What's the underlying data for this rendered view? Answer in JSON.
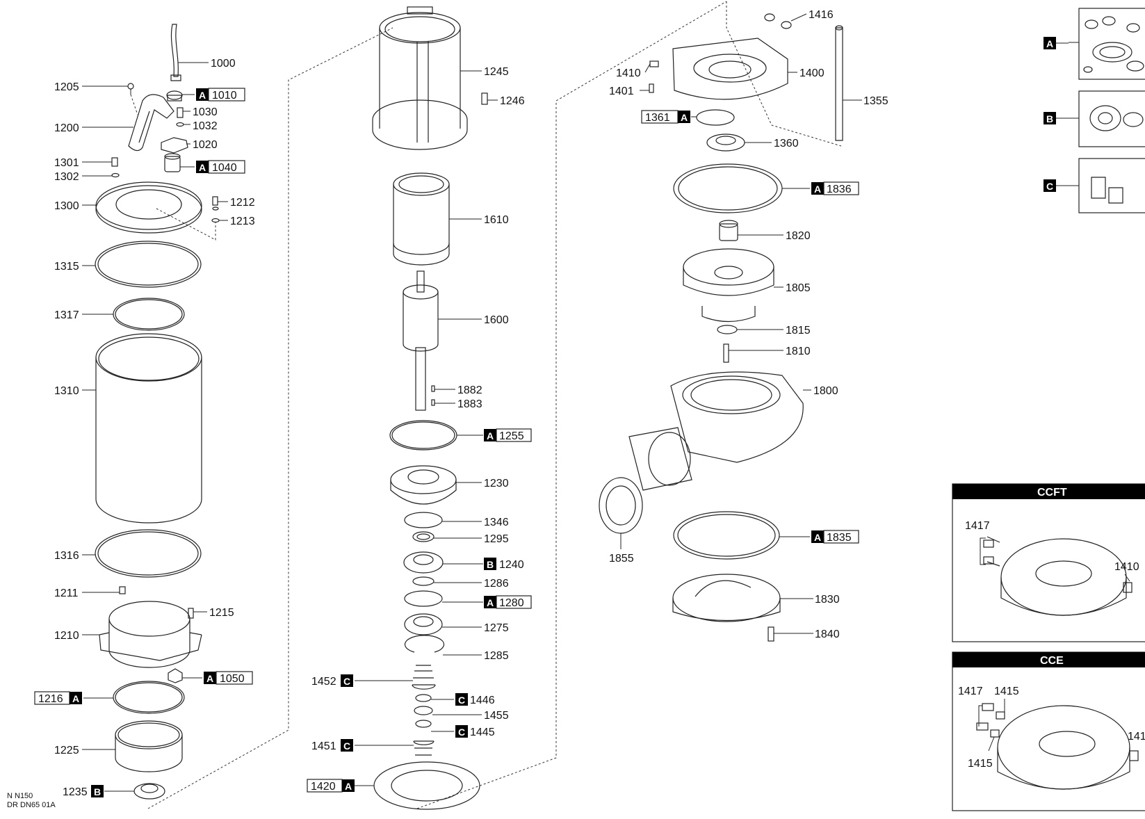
{
  "drawing_code": {
    "line1": "N  N150",
    "line2": "DR  DN65  01A"
  },
  "kit_letters": {
    "a": "A",
    "b": "B",
    "c": "C"
  },
  "parts": {
    "p1000": "1000",
    "p1010": "1010",
    "p1020": "1020",
    "p1030": "1030",
    "p1032": "1032",
    "p1040": "1040",
    "p1050": "1050",
    "p1200": "1200",
    "p1205": "1205",
    "p1210": "1210",
    "p1211": "1211",
    "p1212": "1212",
    "p1213": "1213",
    "p1215": "1215",
    "p1216": "1216",
    "p1225": "1225",
    "p1230": "1230",
    "p1235": "1235",
    "p1240": "1240",
    "p1245": "1245",
    "p1246": "1246",
    "p1255": "1255",
    "p1275": "1275",
    "p1280": "1280",
    "p1285": "1285",
    "p1286": "1286",
    "p1295": "1295",
    "p1300": "1300",
    "p1301": "1301",
    "p1302": "1302",
    "p1310": "1310",
    "p1315": "1315",
    "p1316": "1316",
    "p1317": "1317",
    "p1346": "1346",
    "p1355": "1355",
    "p1360": "1360",
    "p1361": "1361",
    "p1400": "1400",
    "p1401": "1401",
    "p1410": "1410",
    "p1415": "1415",
    "p1416": "1416",
    "p1417": "1417",
    "p1420": "1420",
    "p1445": "1445",
    "p1446": "1446",
    "p1451": "1451",
    "p1452": "1452",
    "p1455": "1455",
    "p1600": "1600",
    "p1610": "1610",
    "p1800": "1800",
    "p1805": "1805",
    "p1810": "1810",
    "p1815": "1815",
    "p1820": "1820",
    "p1830": "1830",
    "p1835": "1835",
    "p1836": "1836",
    "p1840": "1840",
    "p1855": "1855",
    "p1882": "1882",
    "p1883": "1883"
  },
  "insets": {
    "ccft_title": "CCFT",
    "cce_title": "CCE"
  }
}
